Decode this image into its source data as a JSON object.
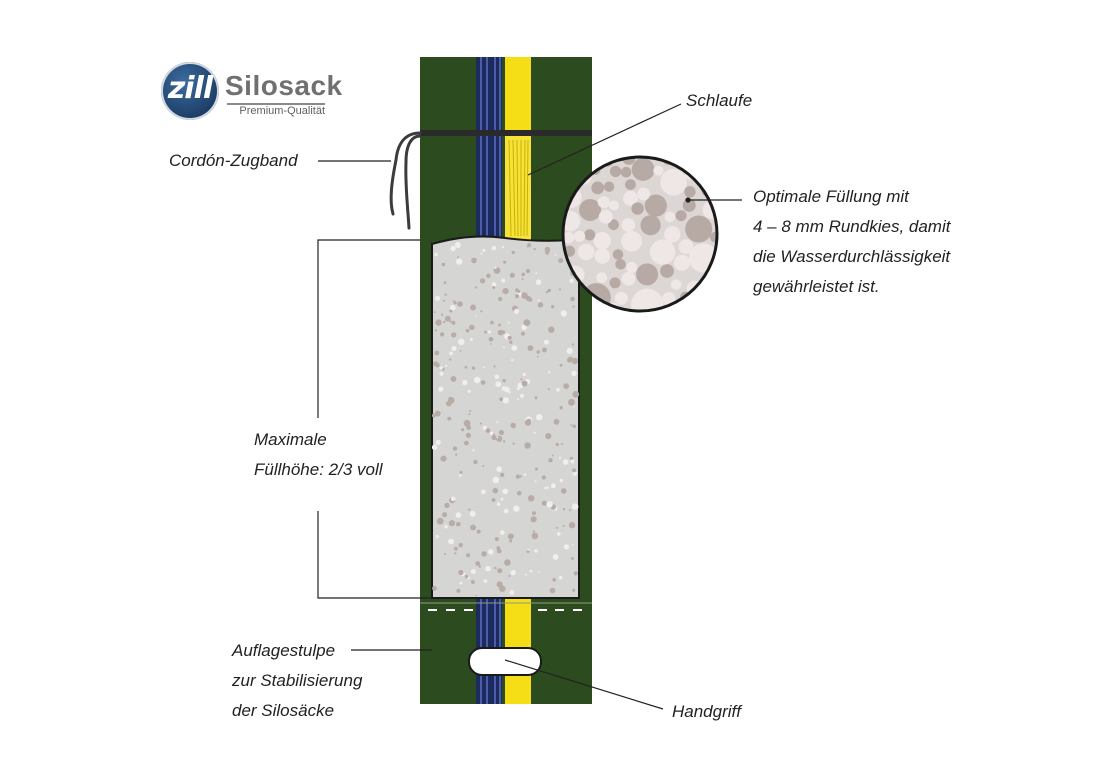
{
  "logo": {
    "badge_text": "zill",
    "name": "Silosack",
    "tagline": "Premium-Qualität"
  },
  "labels": {
    "schlaufe": "Schlaufe",
    "zugband": "Cordón-Zugband",
    "fuellung": [
      "Optimale Füllung mit",
      "4 – 8 mm Rundkies, damit",
      "die Wasserdurchlässigkeit",
      "gewährleistet ist."
    ],
    "fuellhoehe": [
      "Maximale",
      "Füllhöhe: 2/3 voll"
    ],
    "auflage": [
      "Auflagestulpe",
      "zur Stabilisierung",
      "der Silosäcke"
    ],
    "handgriff": "Handgriff"
  },
  "colors": {
    "bag_green": "#2c4b1f",
    "stripe_navy": "#1d2a5c",
    "stripe_yellow": "#f6de16",
    "gravel_fill": "#d5d5d3",
    "gravel_dot": "#b8aca6",
    "pebble_light": "#efe6e6",
    "pebble_dark": "#b7aaa5"
  }
}
